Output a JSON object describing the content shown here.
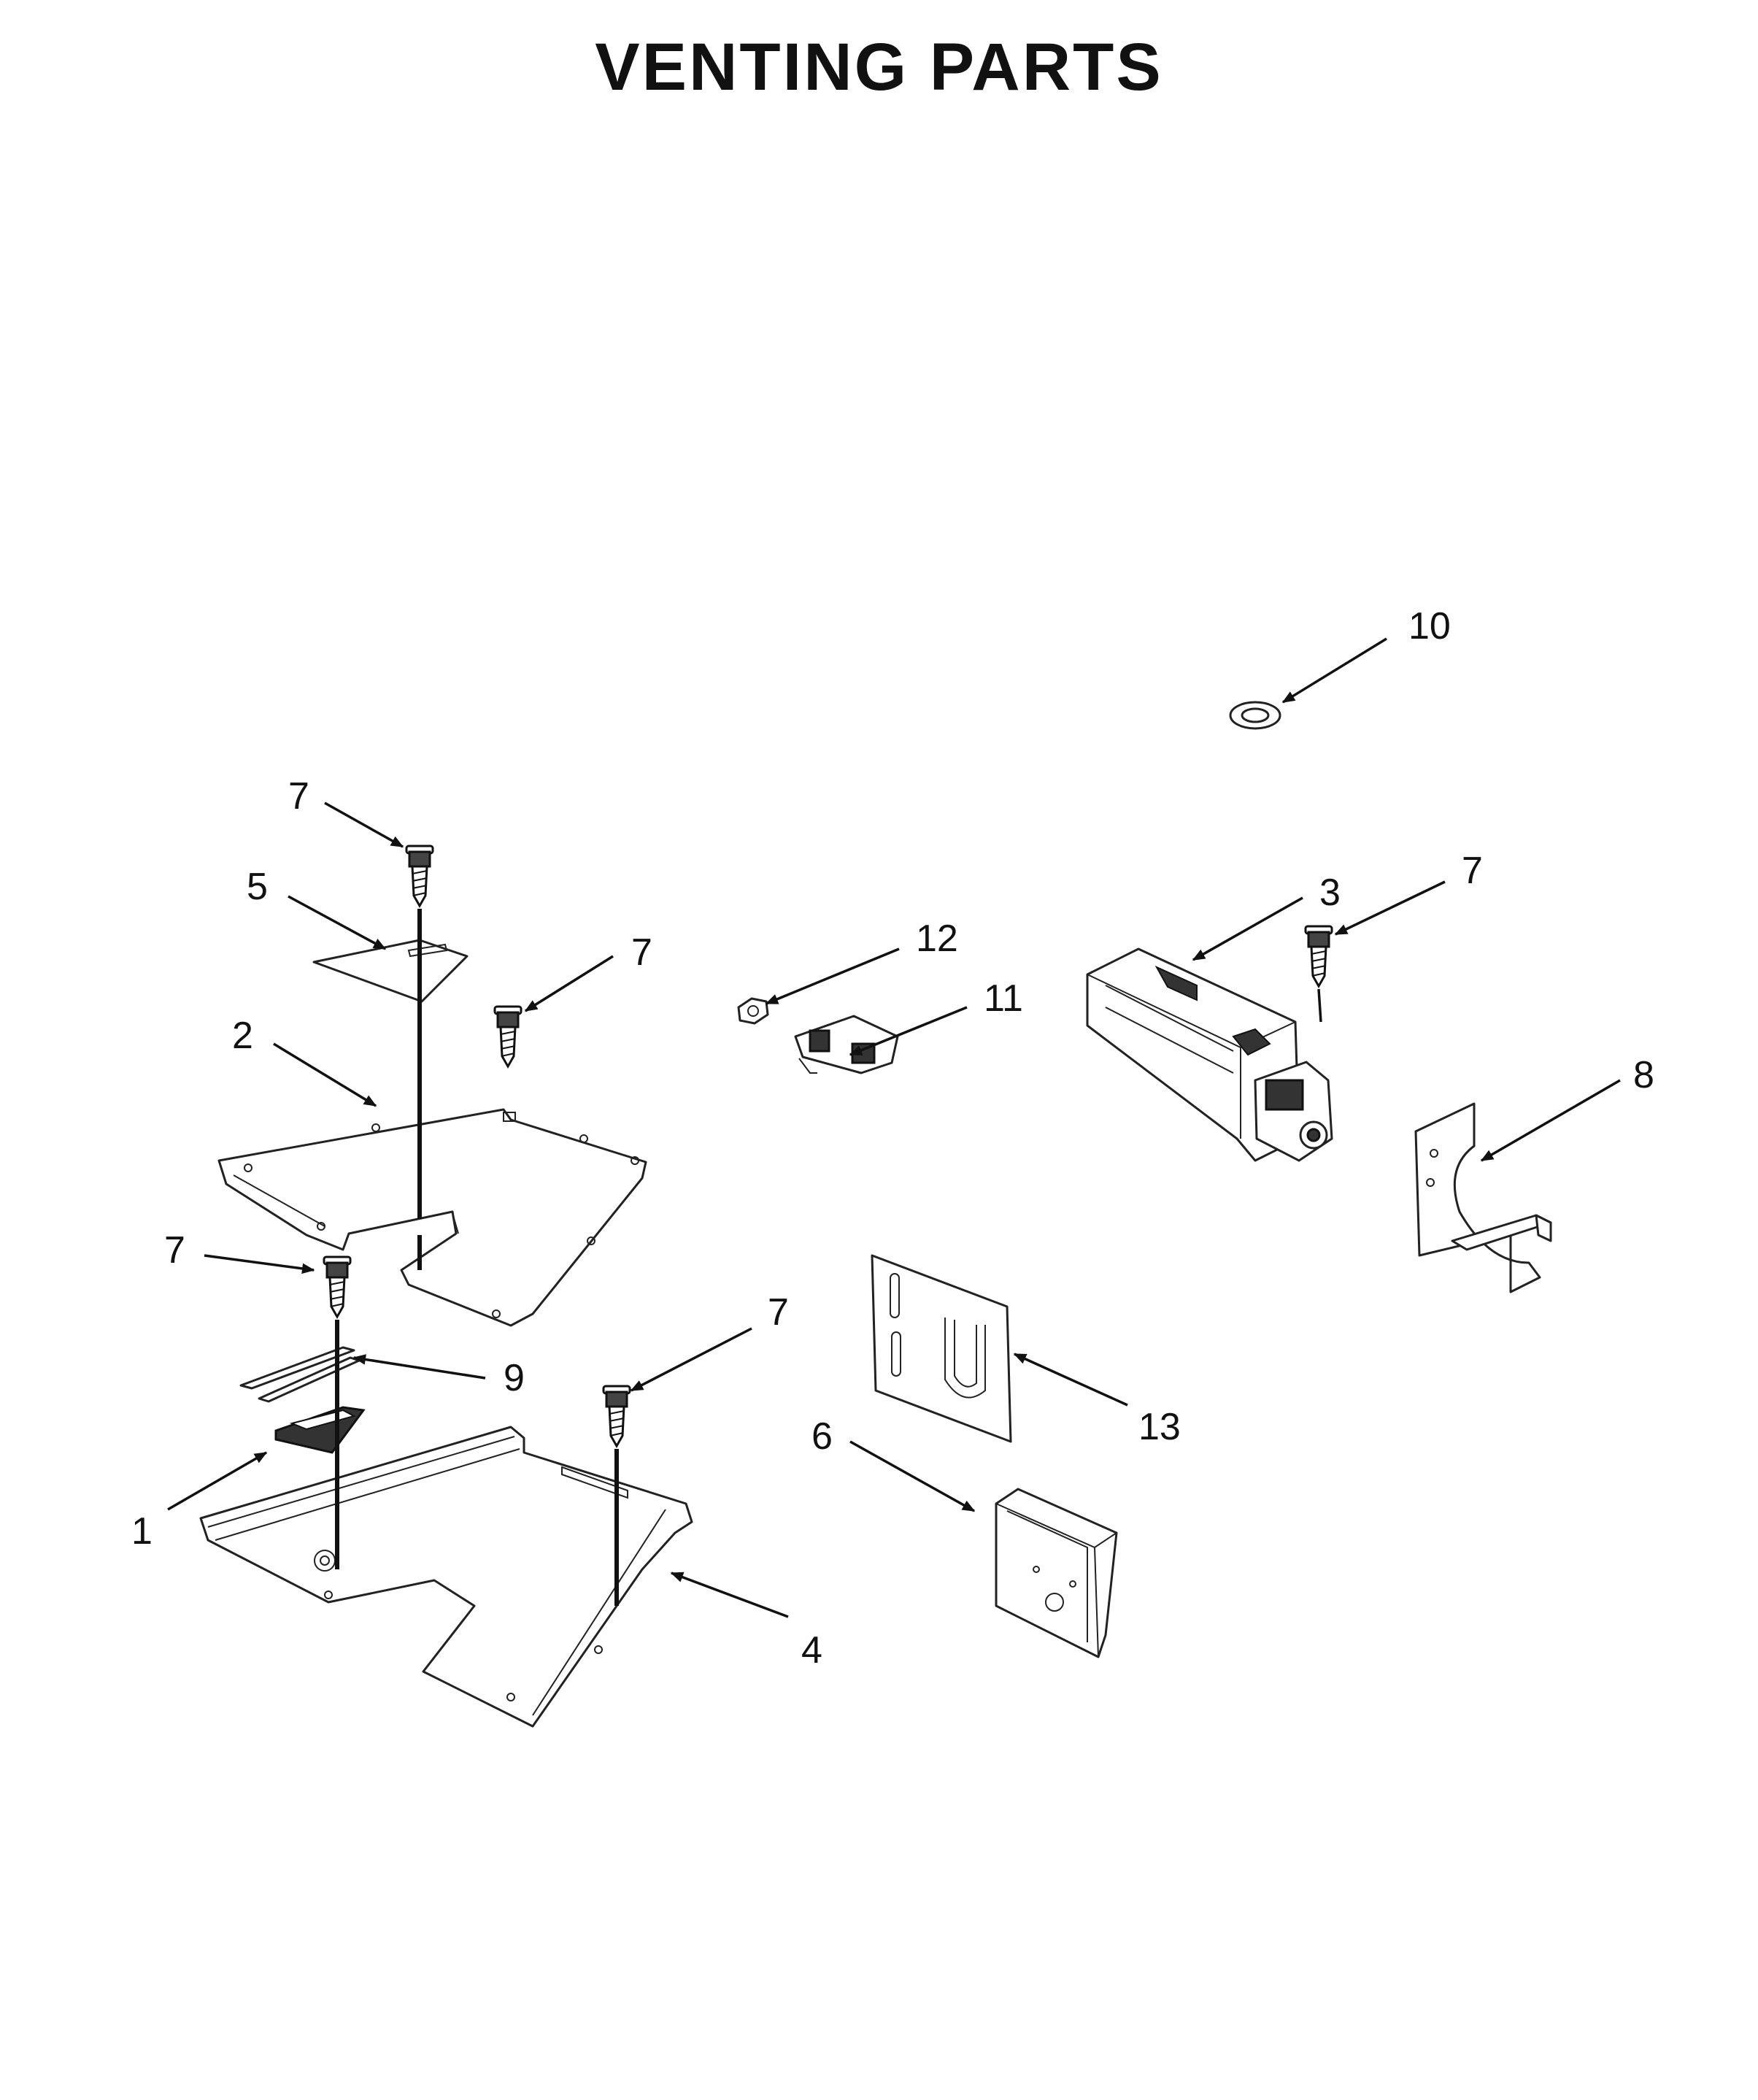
{
  "title": "VENTING PARTS",
  "callouts": {
    "c1": "1",
    "c2": "2",
    "c3": "3",
    "c4": "4",
    "c5": "5",
    "c6": "6",
    "c7a": "7",
    "c7b": "7",
    "c7c": "7",
    "c7d": "7",
    "c7e": "7",
    "c8": "8",
    "c9": "9",
    "c10": "10",
    "c11": "11",
    "c12": "12",
    "c13": "13"
  }
}
